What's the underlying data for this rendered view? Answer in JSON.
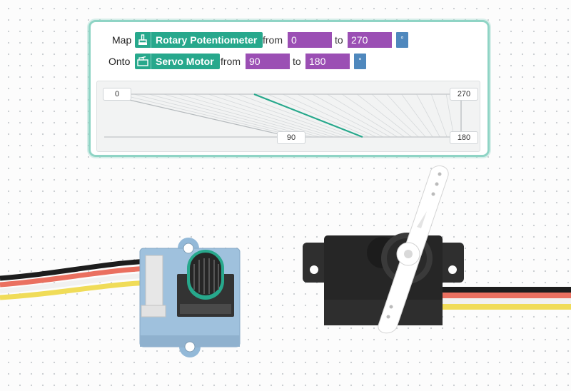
{
  "mapping": {
    "map_label": "Map",
    "onto_label": "Onto",
    "from_label": "from",
    "to_label": "to",
    "source": {
      "component": "Rotary Potentiometer",
      "icon": "potentiometer-icon",
      "from": "0",
      "to": "270",
      "unit": "°"
    },
    "target": {
      "component": "Servo Motor",
      "icon": "servo-icon",
      "from": "90",
      "to": "180",
      "unit": "°"
    }
  },
  "graph": {
    "input_min": "0",
    "input_max": "270",
    "output_min": "90",
    "output_max": "180",
    "current_input_fraction": 0.42,
    "colors": {
      "highlight": "#27a88c",
      "guide": "#d6d9db"
    }
  },
  "colors": {
    "panel_border": "#8fd4c5",
    "component_chip": "#27a88c",
    "number_field": "#9b4fb4",
    "unit_button": "#4f88bd"
  }
}
